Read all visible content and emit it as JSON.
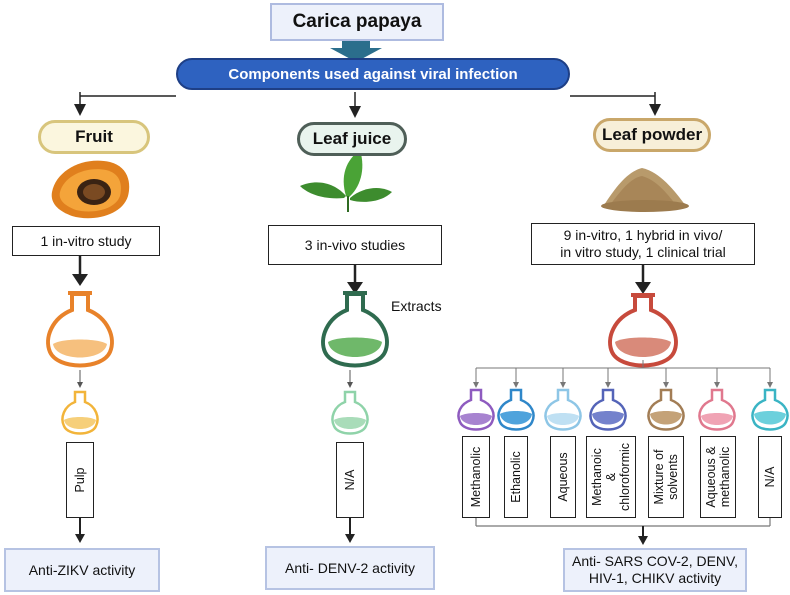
{
  "title": "Carica papaya",
  "banner": "Components used against viral infection",
  "columns": {
    "fruit": {
      "label": "Fruit",
      "study": "1 in-vitro study",
      "extract": "Pulp",
      "result": "Anti-ZIKV activity"
    },
    "leaf_juice": {
      "label": "Leaf juice",
      "study": "3 in-vivo studies",
      "extract_caption": "Extracts",
      "extract": "N/A",
      "result": "Anti- DENV-2 activity"
    },
    "leaf_powder": {
      "label": "Leaf powder",
      "study_line1": "9 in-vitro, 1 hybrid in vivo/",
      "study_line2": "in vitro study, 1 clinical trial",
      "extracts": [
        "Methanolic",
        "Ethanolic",
        "Aqueous",
        "Methanoic\n&\nchloroformic",
        "Mixture of\nsolvents",
        "Aqueous &\nmethanolic",
        "N/A"
      ],
      "result_line1": "Anti-  SARS COV-2, DENV,",
      "result_line2": "HIV-1, CHIKV activity"
    }
  },
  "colors": {
    "fruit_flask": "#e8822a",
    "leaf_flask": "#2f6b4f",
    "powder_flask": "#c74a3c",
    "banner": "#2e62c0",
    "small_flasks": [
      "#8e5bbf",
      "#2f87c9",
      "#8ec6e6",
      "#5464b8",
      "#a27d55",
      "#e0788e",
      "#3ab4c4"
    ]
  }
}
